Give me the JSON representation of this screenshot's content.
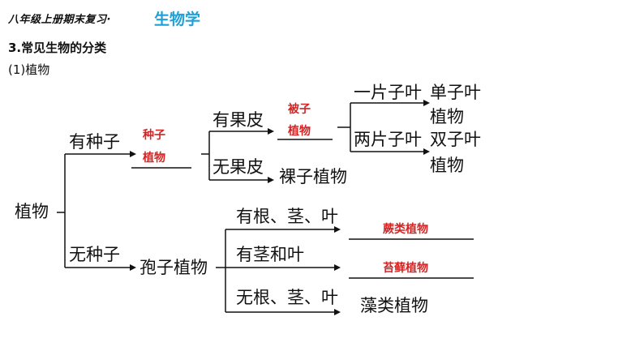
{
  "header": {
    "prefix": "八年级上册期末复习·",
    "subject": "生物学"
  },
  "section": {
    "title": "3.常见生物的分类",
    "subtitle": "(1)植物"
  },
  "tree": {
    "root": "植物",
    "seed": "有种子",
    "seed_answer_line1": "种子",
    "seed_answer_line2": "植物",
    "has_pericarp": "有果皮",
    "angio_answer_line1": "被子",
    "angio_answer_line2": "植物",
    "mono": "一片子叶",
    "mono_result_line1": "单子叶",
    "mono_result_line2": "植物",
    "di": "两片子叶",
    "di_result_line1": "双子叶",
    "di_result_line2": "植物",
    "no_pericarp": "无果皮",
    "gymno": "裸子植物",
    "no_seed": "无种子",
    "spore": "孢子植物",
    "roots_stems_leaves": "有根、茎、叶",
    "fern_answer": "蕨类植物",
    "stems_leaves": "有茎和叶",
    "moss_answer": "苔藓植物",
    "no_roots": "无根、茎、叶",
    "algae": "藻类植物"
  },
  "colors": {
    "answer": "#d42424",
    "subject": "#1fa0d8",
    "text": "#111111"
  }
}
